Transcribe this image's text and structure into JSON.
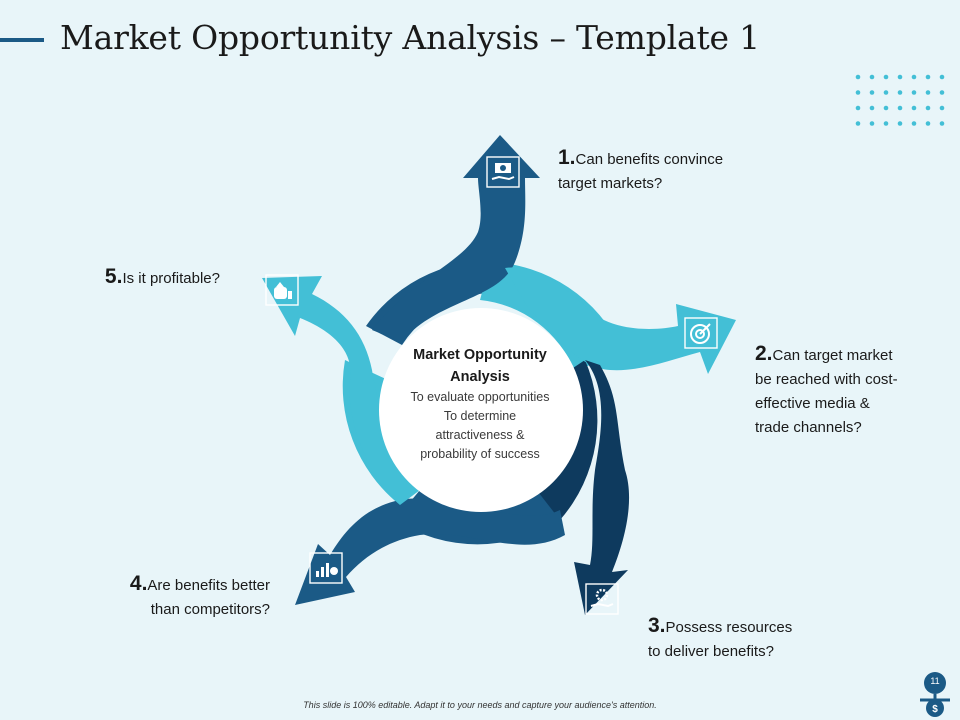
{
  "title": "Market Opportunity Analysis – Template 1",
  "center": {
    "title_line1": "Market Opportunity",
    "title_line2": "Analysis",
    "lines": [
      "To evaluate opportunities",
      "To determine",
      "attractiveness &",
      "probability of success"
    ]
  },
  "items": [
    {
      "number": "1.",
      "line1": "Can benefits convince",
      "line2": "target markets?",
      "icon": "money-hand-icon"
    },
    {
      "number": "2.",
      "line1": "Can target market",
      "line2": "be reached with cost-",
      "line3": "effective media &",
      "line4": "trade channels?",
      "icon": "target-icon"
    },
    {
      "number": "3.",
      "line1": "Possess resources",
      "line2": "to deliver benefits?",
      "icon": "gear-hand-icon"
    },
    {
      "number": "4.",
      "line1": "Are benefits better",
      "line2": "than competitors?",
      "icon": "growth-chart-icon"
    },
    {
      "number": "5.",
      "line1": "Is it profitable?",
      "icon": "money-bag-icon"
    }
  ],
  "footer": "This slide is 100% editable. Adapt it to your needs and capture your audience's attention.",
  "page_number": "11",
  "colors": {
    "dark_blue": "#1b5a86",
    "navy": "#0e3a5e",
    "light_blue": "#43bfd6",
    "background": "#e8f5f9"
  }
}
